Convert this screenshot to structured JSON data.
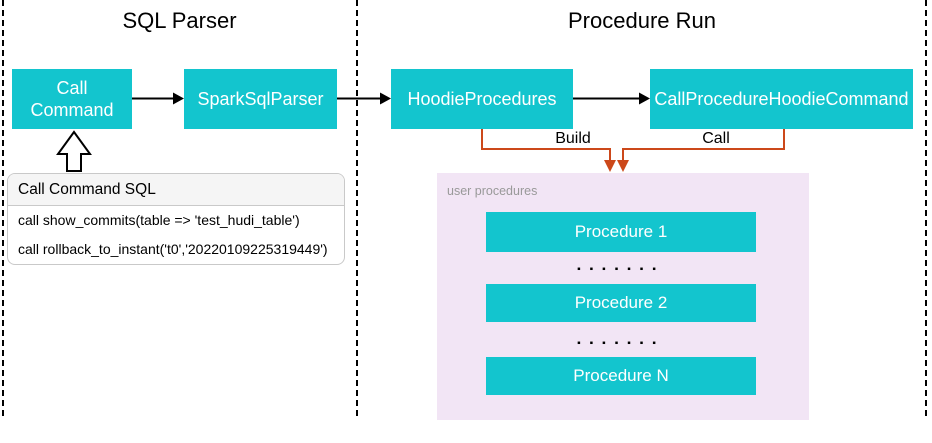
{
  "diagram": {
    "sections": [
      {
        "id": "sql-parser",
        "title": "SQL Parser"
      },
      {
        "id": "procedure-run",
        "title": "Procedure Run"
      }
    ],
    "nodes": {
      "call_command": {
        "label": "Call Command"
      },
      "spark_sql_parser": {
        "label": "SparkSqlParser"
      },
      "hoodie_procedures": {
        "label": "HoodieProcedures"
      },
      "call_procedure_hoodie_command": {
        "label": "CallProcedureHoodieCommand"
      }
    },
    "sql_panel": {
      "header": "Call Command SQL",
      "rows": [
        "call show_commits(table => 'test_hudi_table')",
        "call rollback_to_instant('t0','20220109225319449')"
      ]
    },
    "connectors": {
      "build_label": "Build",
      "call_label": "Call"
    },
    "user_procedures": {
      "label": "user procedures",
      "items": [
        "Procedure 1",
        "Procedure 2",
        "Procedure N"
      ],
      "dots": "▪▪▪▪▪▪▪"
    },
    "colors": {
      "node_teal": "#13c5ce",
      "connector_orange": "#cc481a",
      "panel_pink": "#f2e5f5",
      "muted_label": "#999999"
    }
  }
}
